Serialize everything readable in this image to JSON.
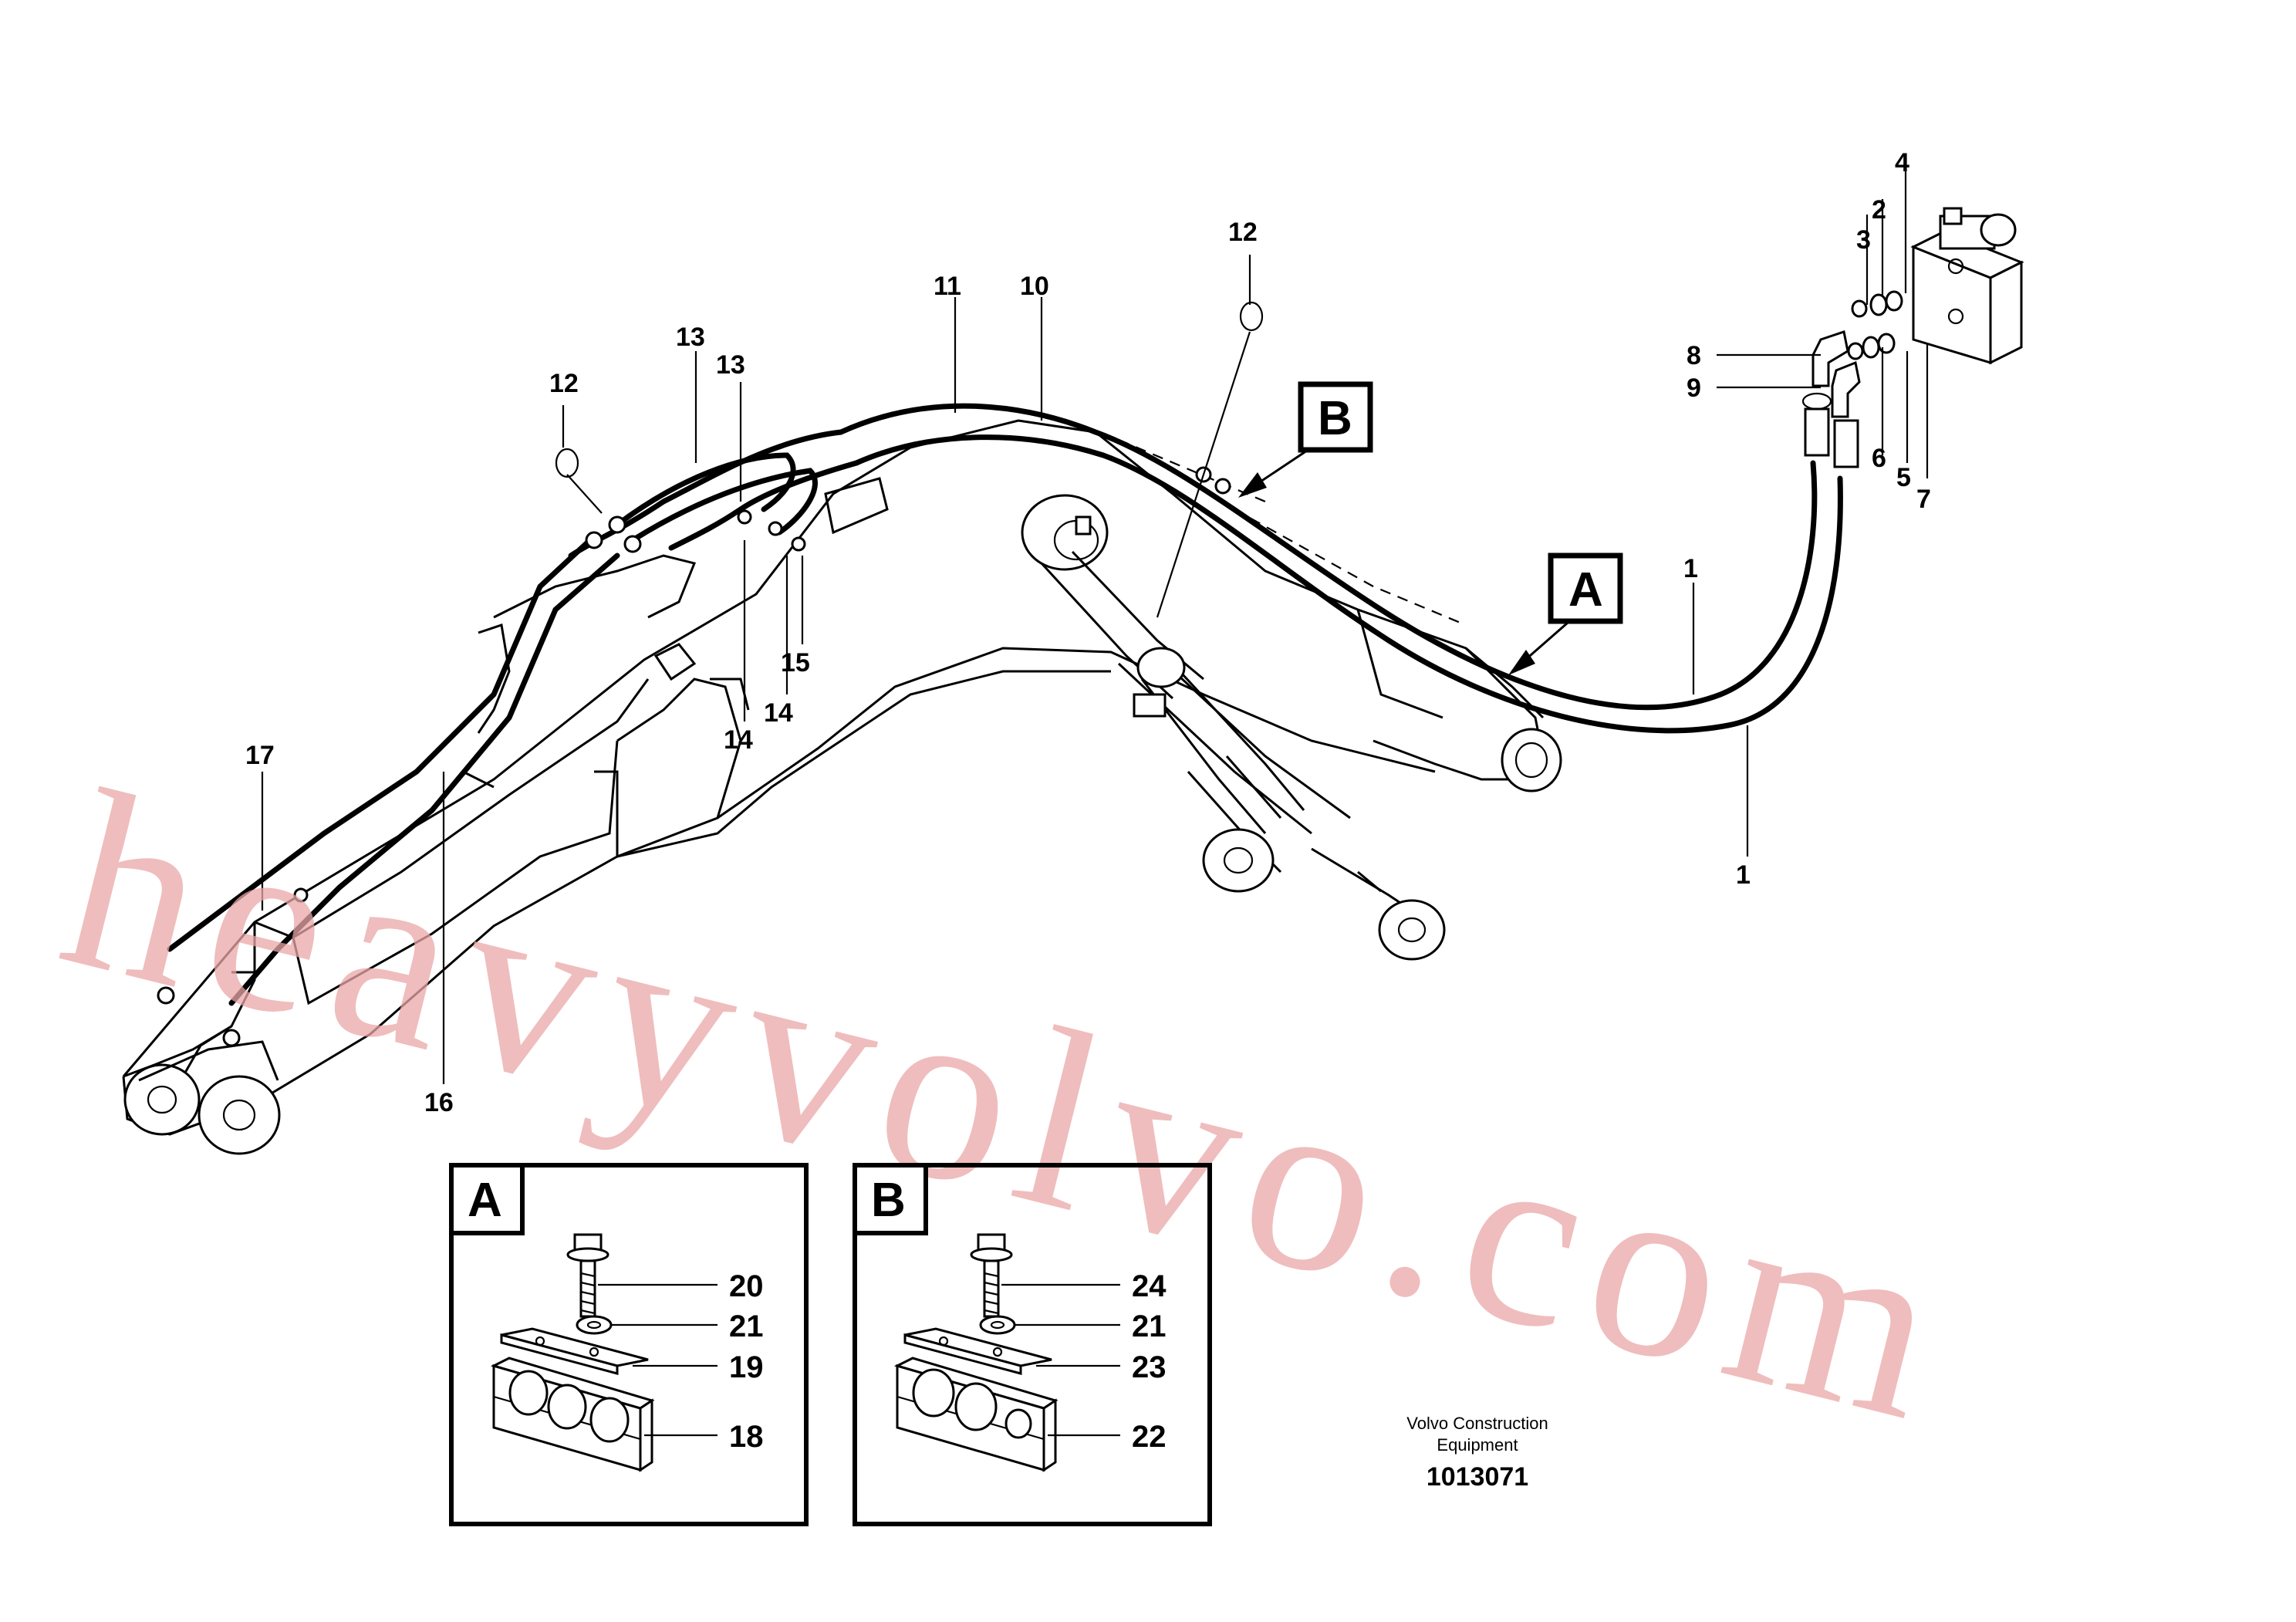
{
  "callouts": {
    "c1a": "1",
    "c1b": "1",
    "c2": "2",
    "c3": "3",
    "c4": "4",
    "c5": "5",
    "c6": "6",
    "c7": "7",
    "c8": "8",
    "c9": "9",
    "c10": "10",
    "c11": "11",
    "c12a": "12",
    "c12b": "12",
    "c13a": "13",
    "c13b": "13",
    "c14a": "14",
    "c14b": "14",
    "c15": "15",
    "c16": "16",
    "c17": "17"
  },
  "view_markers": {
    "a": "A",
    "b": "B"
  },
  "detail_a": {
    "title": "A",
    "labels": [
      "20",
      "21",
      "19",
      "18"
    ]
  },
  "detail_b": {
    "title": "B",
    "labels": [
      "24",
      "21",
      "23",
      "22"
    ]
  },
  "footer": {
    "line1": "Volvo Construction",
    "line2": "Equipment",
    "number": "1013071"
  },
  "watermark": "heavyvolvo.com"
}
